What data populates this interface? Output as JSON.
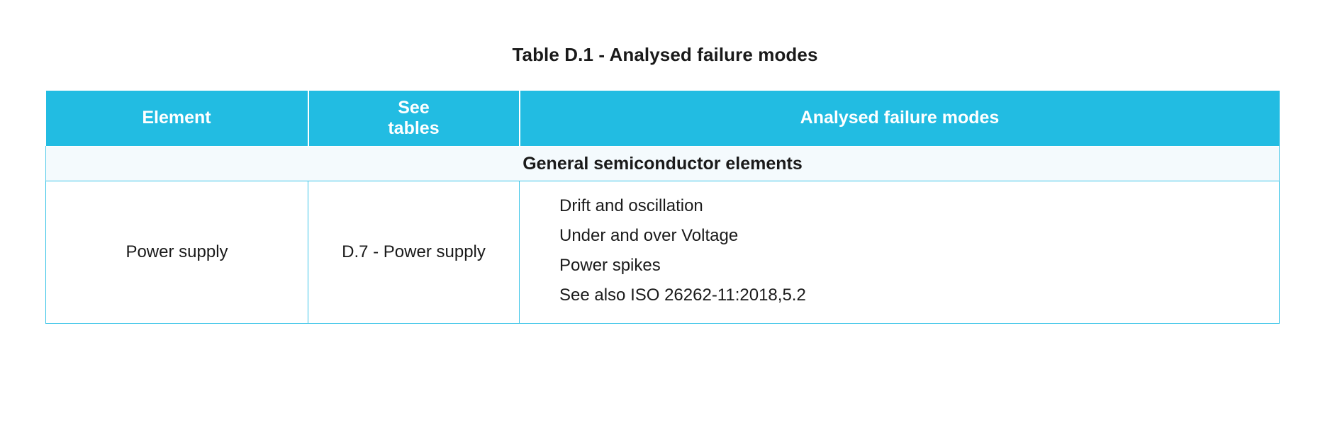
{
  "title": "Table D.1 - Analysed failure modes",
  "colors": {
    "header_bg": "#22bce2",
    "header_text": "#ffffff",
    "border": "#3ec5e8",
    "group_row_bg": "#f4fafd",
    "body_text": "#1a1a1a",
    "page_bg": "#ffffff"
  },
  "table": {
    "columns": [
      {
        "key": "element",
        "label": "Element"
      },
      {
        "key": "see_tables",
        "label_line1": "See",
        "label_line2": "tables"
      },
      {
        "key": "failure_modes",
        "label": "Analysed failure modes"
      }
    ],
    "groups": [
      {
        "label": "General semiconductor elements",
        "rows": [
          {
            "element": "Power supply",
            "see_tables": "D.7 - Power supply",
            "failure_modes": [
              "Drift and oscillation",
              "Under and over Voltage",
              "Power spikes",
              "See also ISO 26262-11:2018,5.2"
            ]
          }
        ]
      }
    ]
  }
}
